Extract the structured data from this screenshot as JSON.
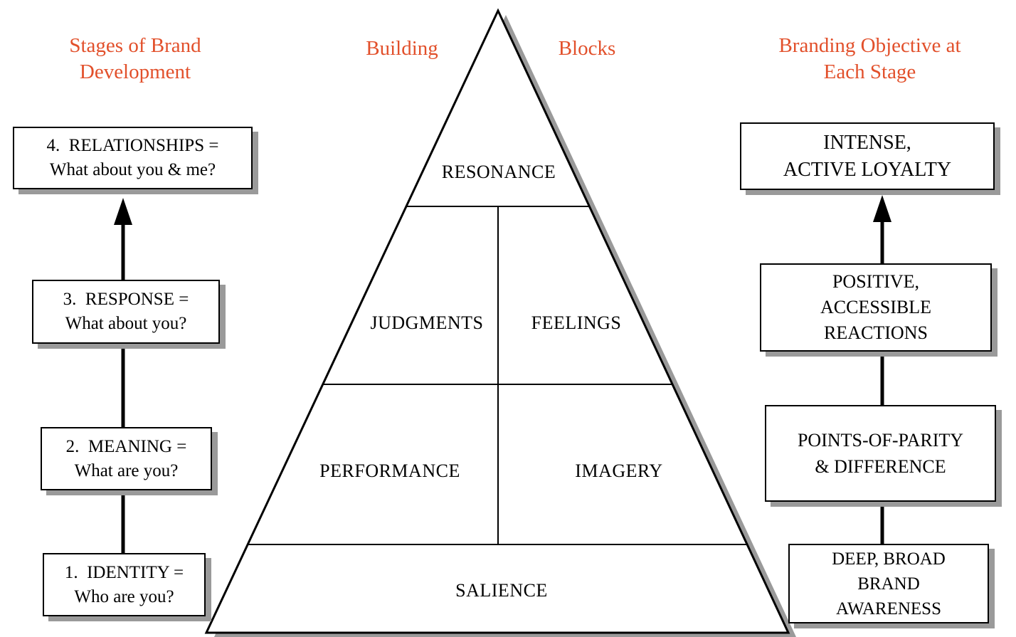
{
  "headers": {
    "left": "Stages of Brand\nDevelopment",
    "center_left": "Building",
    "center_right": "Blocks",
    "right": "Branding Objective at\nEach Stage"
  },
  "stages": [
    {
      "line1": "4.  RELATIONSHIPS =",
      "line2": "What about you & me?"
    },
    {
      "line1": "3.  RESPONSE =",
      "line2": "What about you?"
    },
    {
      "line1": "2.  MEANING =",
      "line2": "What are you?"
    },
    {
      "line1": "1.  IDENTITY =",
      "line2": "Who are you?"
    }
  ],
  "pyramid": {
    "levels": [
      {
        "cells": [
          "RESONANCE"
        ]
      },
      {
        "cells": [
          "JUDGMENTS",
          "FEELINGS"
        ]
      },
      {
        "cells": [
          "PERFORMANCE",
          "IMAGERY"
        ]
      },
      {
        "cells": [
          "SALIENCE"
        ]
      }
    ]
  },
  "objectives": [
    {
      "text": "INTENSE,\nACTIVE LOYALTY"
    },
    {
      "text": "POSITIVE,\nACCESSIBLE\nREACTIONS"
    },
    {
      "text": "POINTS-OF-PARITY\n& DIFFERENCE"
    },
    {
      "text": "DEEP, BROAD\nBRAND\nAWARENESS"
    }
  ],
  "colors": {
    "header_accent": "#E2502B",
    "shadow_gray": "#9A9A9A",
    "text": "#000000",
    "background": "#FFFFFF"
  }
}
